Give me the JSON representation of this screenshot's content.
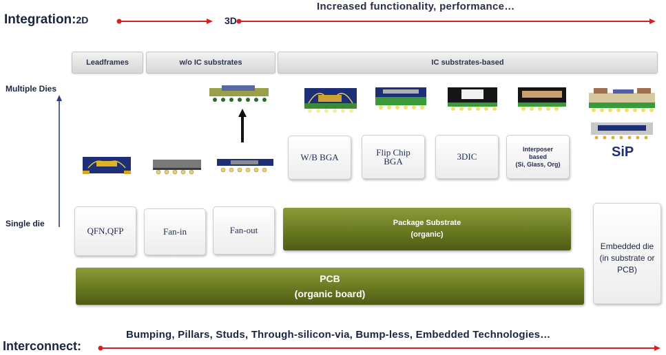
{
  "header": {
    "integration_label": "Integration:",
    "stage_2d": "2D",
    "stage_3d": "3D",
    "top_caption": "Increased functionality, performance…",
    "arrow_color": "#d42020"
  },
  "categories": {
    "leadframes": "Leadframes",
    "wo_substrates": "w/o IC substrates",
    "substrates_based": "IC substrates-based"
  },
  "axis": {
    "top_label": "Multiple Dies",
    "bottom_label": "Single die"
  },
  "packages": {
    "wb_bga": "W/B BGA",
    "flip_chip_line1": "Flip Chip",
    "flip_chip_line2": "BGA",
    "three_dic": "3DIC",
    "interposer_line1": "Interposer",
    "interposer_line2": "based",
    "interposer_line3": "(Si, Glass, Org)",
    "sip": "SiP"
  },
  "base_row": {
    "qfn": "QFN,QFP",
    "fan_in": "Fan-in",
    "fan_out": "Fan-out",
    "package_substrate_line1": "Package Substrate",
    "package_substrate_line2": "(organic)",
    "embedded_line1": "Embedded die",
    "embedded_line2": "(in substrate or",
    "embedded_line3": "PCB)"
  },
  "pcb": {
    "line1": "PCB",
    "line2": "(organic board)"
  },
  "footer": {
    "interconnect_label": "Interconnect:",
    "caption": "Bumping, Pillars, Studs, Through-silicon-via, Bump-less, Embedded Technologies…"
  },
  "colors": {
    "substrate_green": "#6a7b22",
    "navy": "#1f2a55"
  }
}
